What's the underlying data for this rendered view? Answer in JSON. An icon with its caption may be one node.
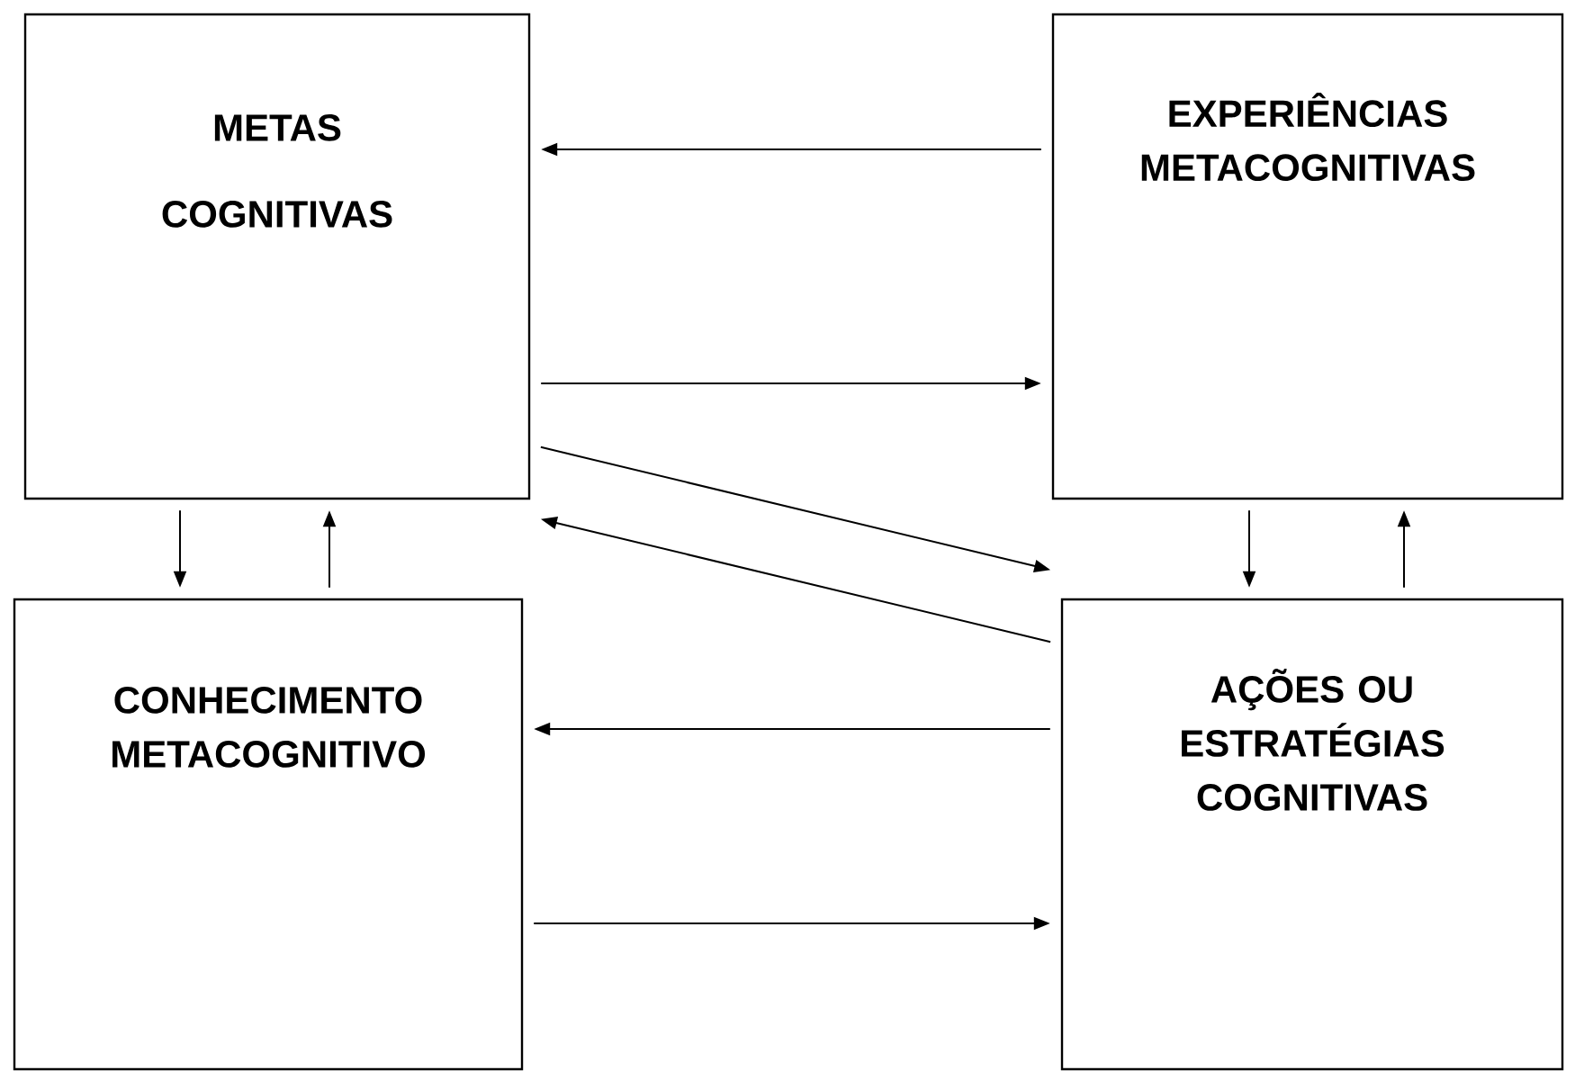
{
  "diagram": {
    "nodes": [
      {
        "text": [
          "METAS COGNITIVAS"
        ]
      },
      {
        "text": [
          "EXPERIÊNCIAS METACOGNITIVAS"
        ]
      },
      {
        "text": [
          "CONHECIMENTO METACOGNITIVO"
        ]
      },
      {
        "text": [
          "AÇÕES OU ESTRATÉGIAS COGNITIVAS"
        ]
      }
    ],
    "edges": [
      {
        "from": 1,
        "to": 0,
        "arrow": "to"
      },
      {
        "from": 0,
        "to": 1,
        "arrow": "to"
      },
      {
        "from": 0,
        "to": 3,
        "arrow": "to"
      },
      {
        "from": 3,
        "to": 0,
        "arrow": "to"
      },
      {
        "from": 0,
        "to": 2,
        "arrow": "to"
      },
      {
        "from": 2,
        "to": 0,
        "arrow": "to"
      },
      {
        "from": 1,
        "to": 3,
        "arrow": "to"
      },
      {
        "from": 3,
        "to": 1,
        "arrow": "to"
      },
      {
        "from": 3,
        "to": 2,
        "arrow": "to"
      },
      {
        "from": 2,
        "to": 3,
        "arrow": "to"
      }
    ]
  }
}
